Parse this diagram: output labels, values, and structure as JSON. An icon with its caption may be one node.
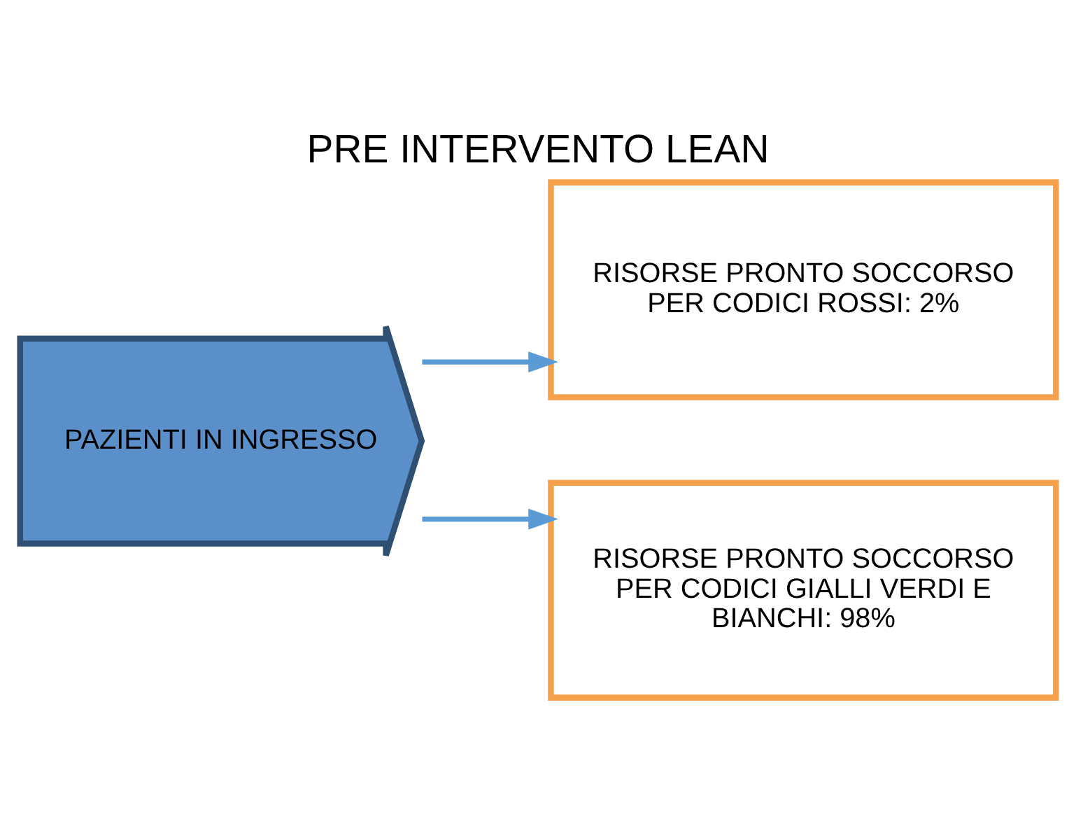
{
  "diagram": {
    "title": "PRE INTERVENTO LEAN",
    "nodes": [
      {
        "text": [
          "PAZIENTI IN INGRESSO"
        ]
      },
      {
        "text": [
          "RISORSE PRONTO SOCCORSO PER CODICI ROSSI: 2%"
        ]
      },
      {
        "text": [
          "RISORSE PRONTO SOCCORSO PER CODICI GIALLI VERDI E BIANCHI: 98%"
        ]
      }
    ],
    "edges": [
      {
        "from": 0,
        "to": 1,
        "arrow": "to"
      },
      {
        "from": 0,
        "to": 2,
        "arrow": "to"
      }
    ]
  }
}
